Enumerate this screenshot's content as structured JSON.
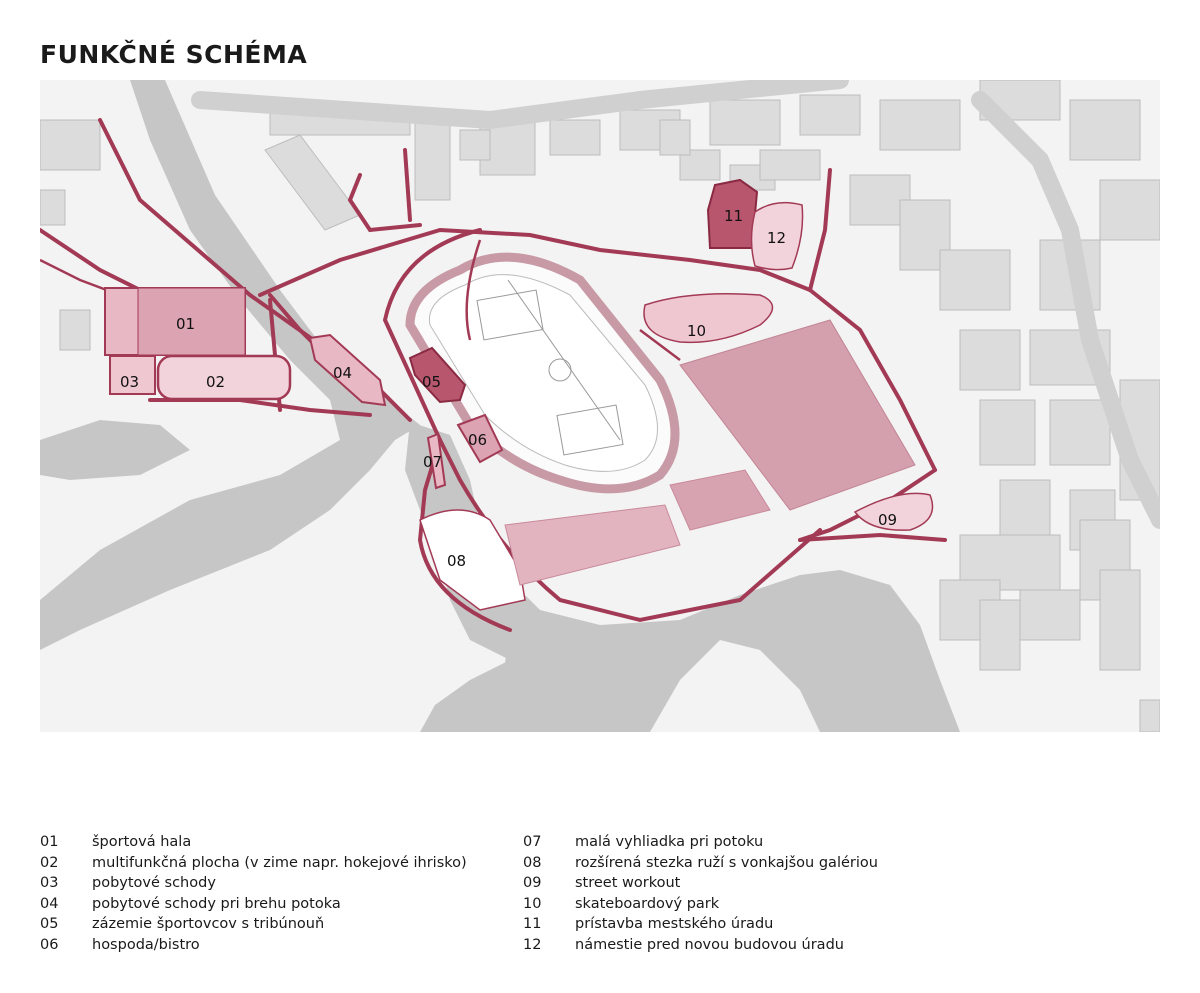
{
  "title": "FUNKČNÉ SCHÉMA",
  "colors": {
    "accent": "#a33a55",
    "zone_fill": "#e8b8c4",
    "zone_dark": "#b8566e",
    "water": "#c4c4c4",
    "building": "#d9d9d9",
    "ground": "#f3f3f3"
  },
  "zones": [
    {
      "num": "01",
      "label": "športová hala"
    },
    {
      "num": "02",
      "label": "multifunkčná plocha (v zime napr. hokejové ihrisko)"
    },
    {
      "num": "03",
      "label": "pobytové schody"
    },
    {
      "num": "04",
      "label": "pobytové schody pri brehu potoka"
    },
    {
      "num": "05",
      "label": "zázemie športovcov s tribúnouň"
    },
    {
      "num": "06",
      "label": "hospoda/bistro"
    },
    {
      "num": "07",
      "label": "malá vyhliadka pri potoku"
    },
    {
      "num": "08",
      "label": "rozšírená stezka ruží s vonkajšou galériou"
    },
    {
      "num": "09",
      "label": "street workout"
    },
    {
      "num": "10",
      "label": "skateboardový park"
    },
    {
      "num": "11",
      "label": "prístavba mestského úradu"
    },
    {
      "num": "12",
      "label": "námestie pred novou budovou úradu"
    }
  ]
}
